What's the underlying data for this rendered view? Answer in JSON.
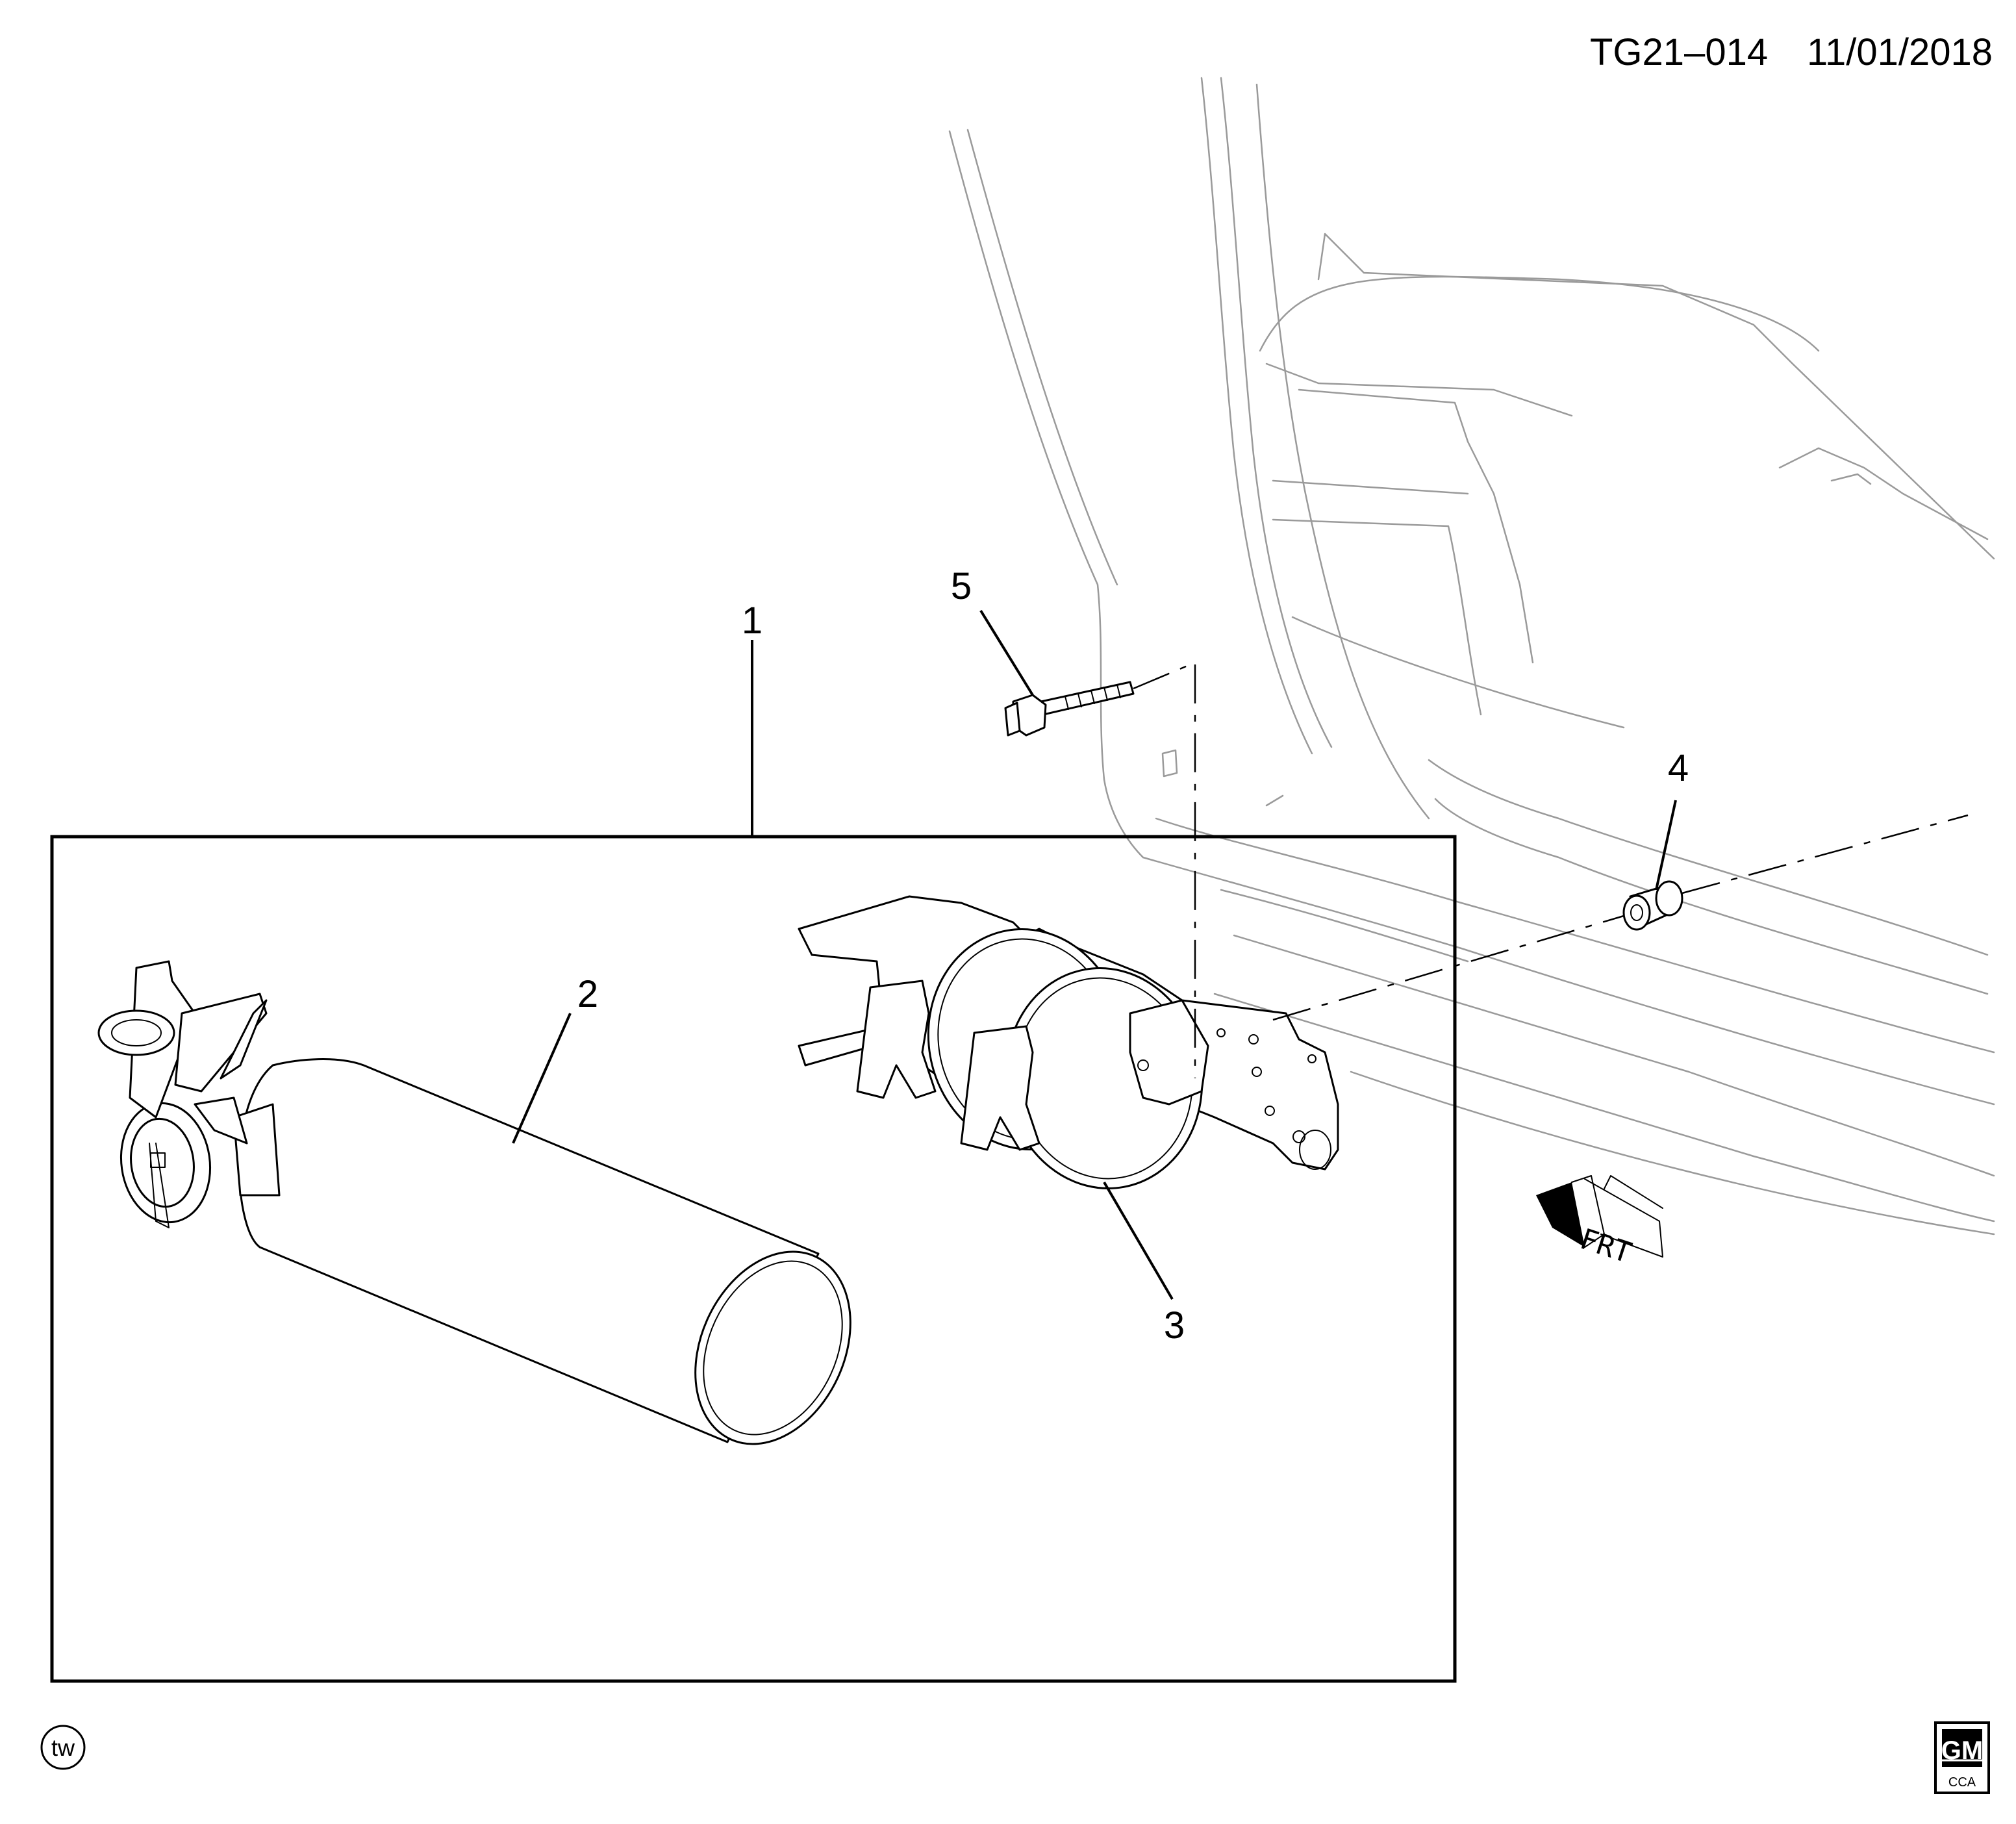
{
  "header": {
    "drawing_id": "TG21–014",
    "date": "11/01/2018"
  },
  "callouts": {
    "c1": "1",
    "c2": "2",
    "c3": "3",
    "c4": "4",
    "c5": "5"
  },
  "front_indicator": "FRT",
  "footer": {
    "tw_mark": "tw",
    "logo_main": "GM",
    "logo_sub": "CCA"
  }
}
